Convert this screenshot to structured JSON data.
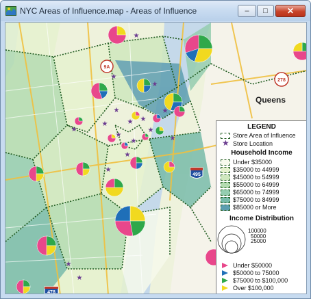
{
  "window": {
    "title": "NYC Areas of Influence.map - Areas of Influence",
    "buttons": {
      "minimize": "–",
      "maximize": "□",
      "close": "✕"
    }
  },
  "map": {
    "labels": {
      "queens": "Queens"
    },
    "road_badges": {
      "route_9a": "9A",
      "route_278": "278",
      "route_495": "495",
      "route_478": "478"
    }
  },
  "legend": {
    "title": "LEGEND",
    "items": [
      {
        "label": "Store Area of Influence",
        "symbol": "dashed-polygon"
      },
      {
        "label": "Store Location",
        "symbol": "star-icon"
      }
    ],
    "household_income": {
      "title": "Household Income",
      "classes": [
        {
          "label": "Under $35000",
          "color": "#f7faec"
        },
        {
          "label": "$35000 to 44999",
          "color": "#e6f2cf"
        },
        {
          "label": "$45000 to 54999",
          "color": "#cfe8be"
        },
        {
          "label": "$55000 to 64999",
          "color": "#b4dcb1"
        },
        {
          "label": "$65000 to 74999",
          "color": "#94cdb0"
        },
        {
          "label": "$75000 to 84999",
          "color": "#78bba9"
        },
        {
          "label": "$85000 or More",
          "color": "#5d9eb0"
        }
      ]
    },
    "income_distribution": {
      "title": "Income Distribution",
      "sizes": [
        "100000",
        "50000",
        "25000"
      ],
      "categories": [
        {
          "label": "Under $50000",
          "color": "#e8478b"
        },
        {
          "label": "$50000 to 75000",
          "color": "#1f6fb8"
        },
        {
          "label": "$75000 to $100,000",
          "color": "#2fa84a"
        },
        {
          "label": "Over $100,000",
          "color": "#f1d91f"
        }
      ]
    }
  }
}
